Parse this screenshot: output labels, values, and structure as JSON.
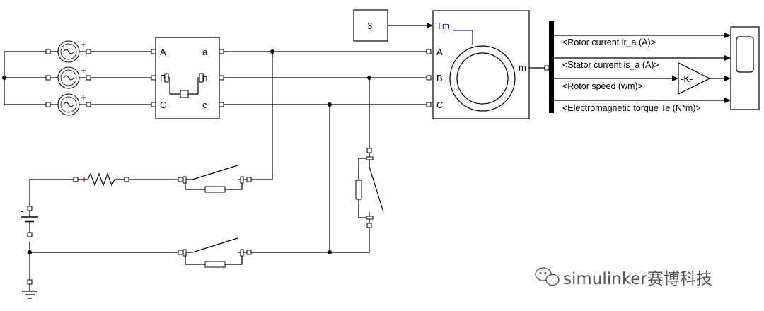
{
  "constant_block": {
    "value": "3"
  },
  "transformer_block": {
    "primary_ports": [
      "A",
      "B",
      "C"
    ],
    "secondary_ports": [
      "a",
      "b",
      "c"
    ]
  },
  "machine_block": {
    "torque_port": "Tm",
    "stator_ports": [
      "A",
      "B",
      "C"
    ],
    "measurement_port": "m"
  },
  "bus_signals": [
    "<Rotor current ir_a (A)>",
    "<Stator current is_a (A)>",
    "<Rotor speed (wm)>",
    "<Electromagnetic torque Te (N*m)>"
  ],
  "gain_block": {
    "label": "-K-"
  },
  "source_marks": {
    "plus": "+",
    "minus": "-"
  },
  "watermark": {
    "text": "simulinker赛博科技"
  },
  "colors": {
    "line": "#000000",
    "port_label_accent": "#1a237e",
    "resistor_marker": "#c62828",
    "watermark": "#555555"
  }
}
